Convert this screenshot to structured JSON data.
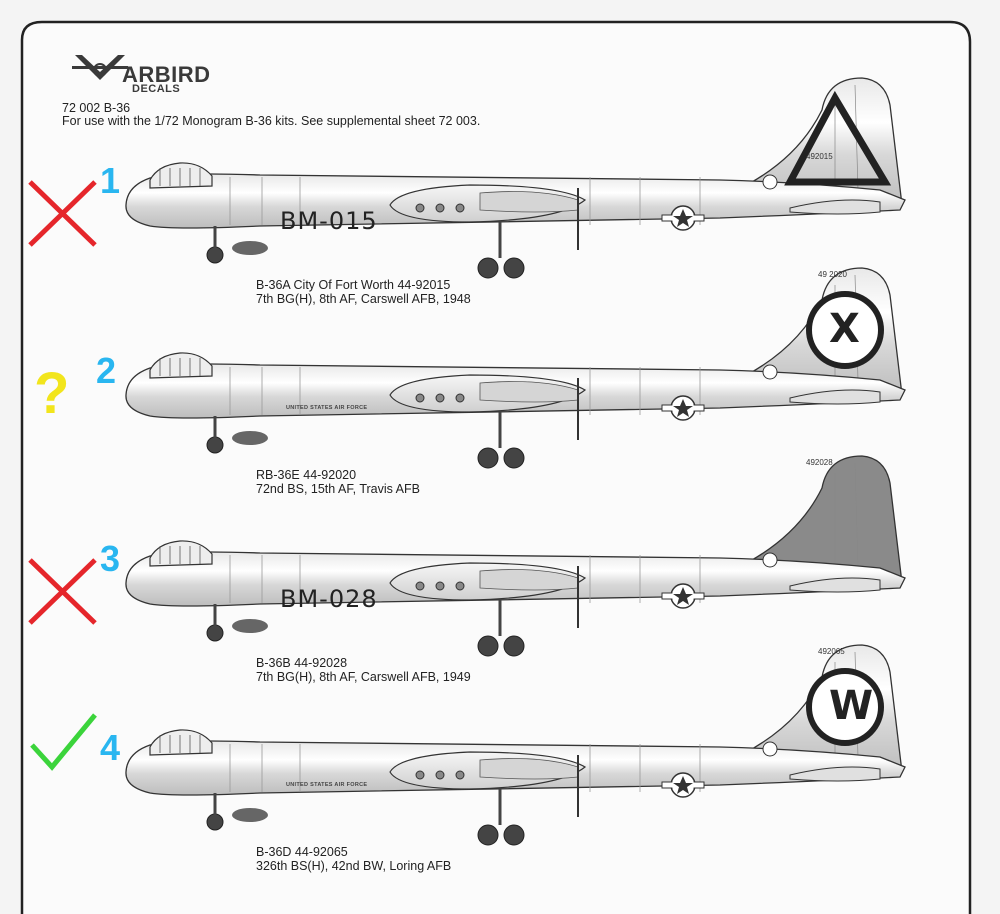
{
  "brand": {
    "name": "ARBIRD",
    "sub": "DECALS"
  },
  "header": {
    "code": "72 002 B-36",
    "note": "For use with the 1/72 Monogram B-36 kits.  See supplemental sheet 72 003."
  },
  "colors": {
    "check_ok": "#3bd43b",
    "cross": "#e5262b",
    "question": "#f2e51c",
    "number": "#29b6f0"
  },
  "aircraft": [
    {
      "number": "1",
      "status": "cross-icon",
      "code": "BM-015",
      "tail_serial": "492015",
      "tail_marking": "triangle",
      "tail_letter": "",
      "fuselage_text": "",
      "caption_line1": "B-36A City Of Fort Worth  44-92015",
      "caption_line2": "7th BG(H), 8th AF, Carswell AFB, 1948"
    },
    {
      "number": "2",
      "status": "question-icon",
      "code": "",
      "tail_serial": "49 2020",
      "tail_marking": "circle-letter",
      "tail_letter": "X",
      "fuselage_text": "UNITED STATES AIR FORCE",
      "caption_line1": "RB-36E 44-92020",
      "caption_line2": "72nd BS, 15th AF, Travis AFB"
    },
    {
      "number": "3",
      "status": "cross-icon",
      "code": "BM-028",
      "tail_serial": "492028",
      "tail_marking": "dark-tail",
      "tail_letter": "",
      "fuselage_text": "",
      "caption_line1": "B-36B 44-92028",
      "caption_line2": "7th BG(H), 8th AF, Carswell AFB, 1949"
    },
    {
      "number": "4",
      "status": "check-icon",
      "code": "",
      "tail_serial": "492065",
      "tail_marking": "circle-letter",
      "tail_letter": "W",
      "fuselage_text": "UNITED STATES AIR FORCE",
      "caption_line1": "B-36D 44-92065",
      "caption_line2": "326th BS(H), 42nd BW, Loring AFB"
    }
  ]
}
